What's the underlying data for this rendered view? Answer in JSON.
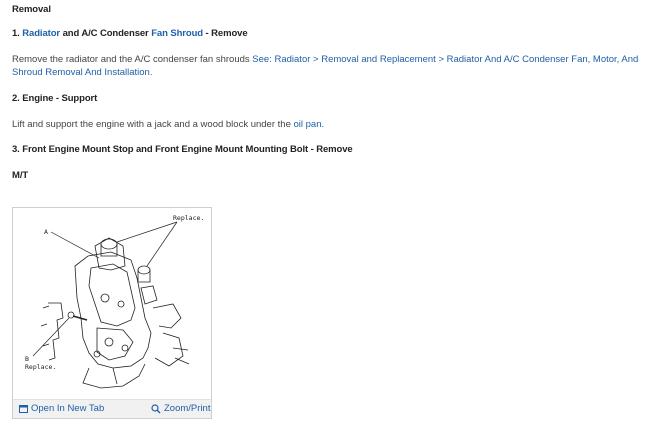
{
  "removal_title": "Removal",
  "step1": {
    "num": "1.",
    "link1": "Radiator",
    "mid": "and A/C Condenser",
    "link2": "Fan Shroud",
    "tail": "- Remove"
  },
  "step1_text": {
    "plain": "Remove the radiator and the A/C condenser fan shrouds",
    "link": "See: Radiator > Removal and Replacement > Radiator And A/C Condenser Fan, Motor, And Shroud Removal And Installation."
  },
  "step2": {
    "title": "2. Engine - Support"
  },
  "step2_text": {
    "plain": "Lift and support the engine with a jack and a wood block under the",
    "link": "oil pan",
    "tail": "."
  },
  "step3": {
    "title": "3. Front Engine Mount Stop and Front Engine Mount Mounting Bolt - Remove"
  },
  "mt_label": "M/T",
  "figure": {
    "label_replace_top": "Replace.",
    "label_a": "A",
    "label_b": "B",
    "label_replace_bottom": "Replace.",
    "open_new_tab": "Open In New Tab",
    "zoom_print": "Zoom/Print"
  },
  "colors": {
    "link": "#1f5fa8",
    "text": "#444444",
    "heading": "#222222"
  }
}
